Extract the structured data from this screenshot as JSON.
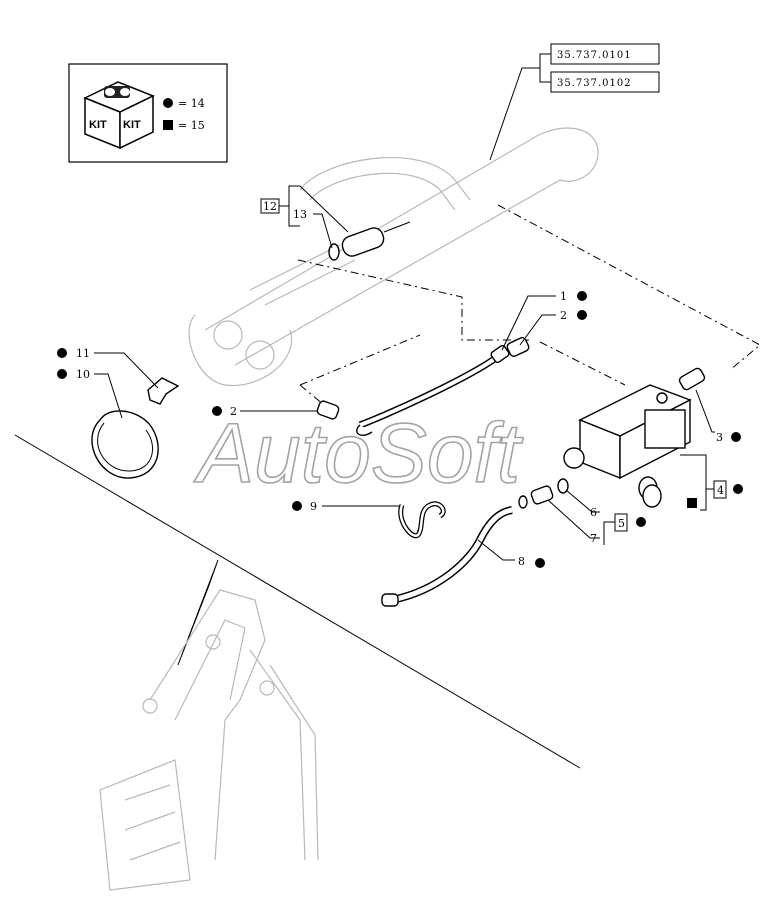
{
  "references": [
    "35.737.0101",
    "35.737.0102"
  ],
  "kit_legend": {
    "icon_text_left": "KIT",
    "icon_text_right": "KIT",
    "circle_entry": "= 14",
    "square_entry": "= 15"
  },
  "callouts": {
    "c1": "1",
    "c2a": "2",
    "c2b": "2",
    "c3": "3",
    "c4": "4",
    "c5": "5",
    "c6": "6",
    "c7": "7",
    "c8": "8",
    "c9": "9",
    "c10": "10",
    "c11": "11",
    "c12": "12",
    "c13": "13"
  },
  "watermark": "AutoSoft"
}
